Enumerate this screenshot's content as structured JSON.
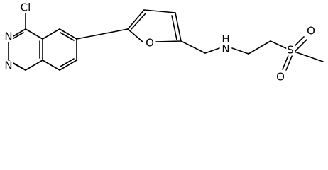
{
  "atoms": {
    "cl": "Cl",
    "n_top": "N",
    "n_bottom": "N",
    "o_furan": "O",
    "nh": "H\nN",
    "s": "S",
    "o_sulfonyl_top": "O",
    "o_sulfonyl_bottom": "O"
  }
}
